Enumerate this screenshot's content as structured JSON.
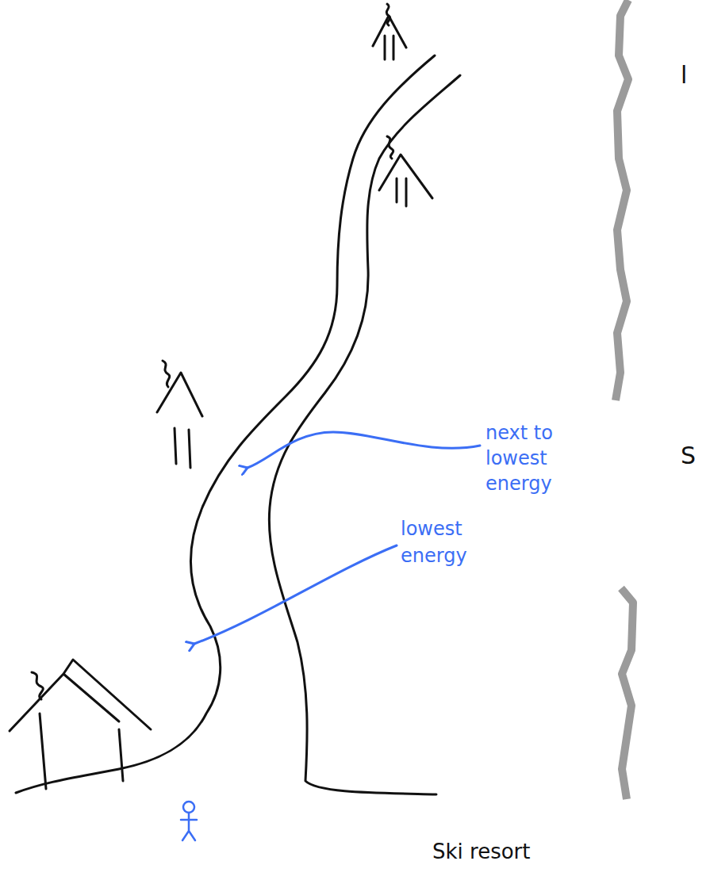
{
  "diagram": {
    "labels": [
      "l",
      "S",
      "next to lowest energy",
      "lowest energy",
      "Ski resort"
    ]
  }
}
